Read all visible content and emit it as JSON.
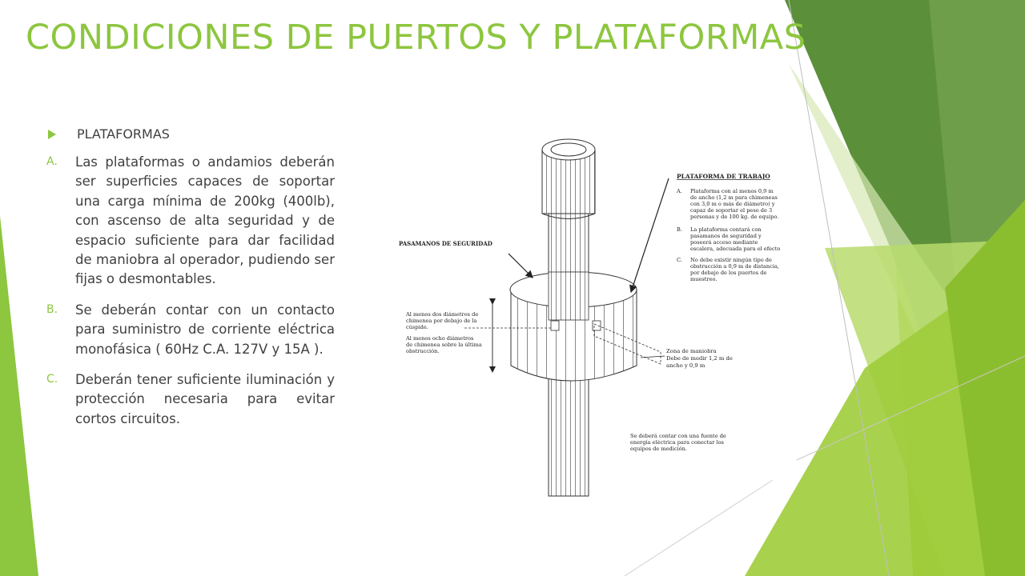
{
  "slide": {
    "title": "CONDICIONES DE PUERTOS Y PLATAFORMAS",
    "bullet": "PLATAFORMAS",
    "items": [
      {
        "label": "A.",
        "text": "Las plataformas o andamios deberán ser superficies capaces de soportar una carga mínima de 200kg (400lb), con ascenso de alta seguridad y de espacio suficiente para dar facilidad de maniobra al operador, pudiendo ser fijas o desmontables."
      },
      {
        "label": "B.",
        "text": "Se deberán contar con un contacto para suministro de corriente eléctrica monofásica ( 60Hz C.A. 127V y 15A )."
      },
      {
        "label": "C.",
        "text": "Deberán tener suficiente iluminación y protección necesaria para evitar cortos circuitos."
      }
    ]
  },
  "diagram": {
    "plataforma_title": "PLATAFORMA DE TRABAJO",
    "plataforma_items": [
      {
        "label": "A.",
        "lines": [
          "Plataforma con al menos 0,9 m",
          "de ancho (1,2 m para chimeneas",
          "con 3,0 m o más de diámetro) y",
          "capaz de soportar el peso de 3",
          "personas y de 100 kg. de equipo."
        ]
      },
      {
        "label": "B.",
        "lines": [
          "La plataforma contará con",
          "pasamanos de seguridad y",
          "poseerá acceso mediante",
          "escalera, adecuada para el efecto"
        ]
      },
      {
        "label": "C.",
        "lines": [
          "No debe existir ningún tipo de",
          "obstrucción a 0,9 m de distancia,",
          "por debajo de los puertos de",
          "muestreo."
        ]
      }
    ],
    "pasamanos": "PASAMANOS DE SEGURIDAD",
    "note1": [
      "Al menos dos diámetros de",
      "chimenea por debajo de la",
      "cúspide."
    ],
    "note2": [
      "Al menos ocho diámetros",
      "de chimenea sobre la última",
      "obstrucción."
    ],
    "zona": [
      "Zona de maniobra",
      "Debe de medir 1,2 m de",
      "ancho y 0,9 m"
    ],
    "energia": [
      "Se deberá contar con una fuente de",
      "energía eléctrica para conectar los",
      "equipos de medición."
    ]
  },
  "colors": {
    "accent": "#8dc63f",
    "text": "#404040"
  }
}
